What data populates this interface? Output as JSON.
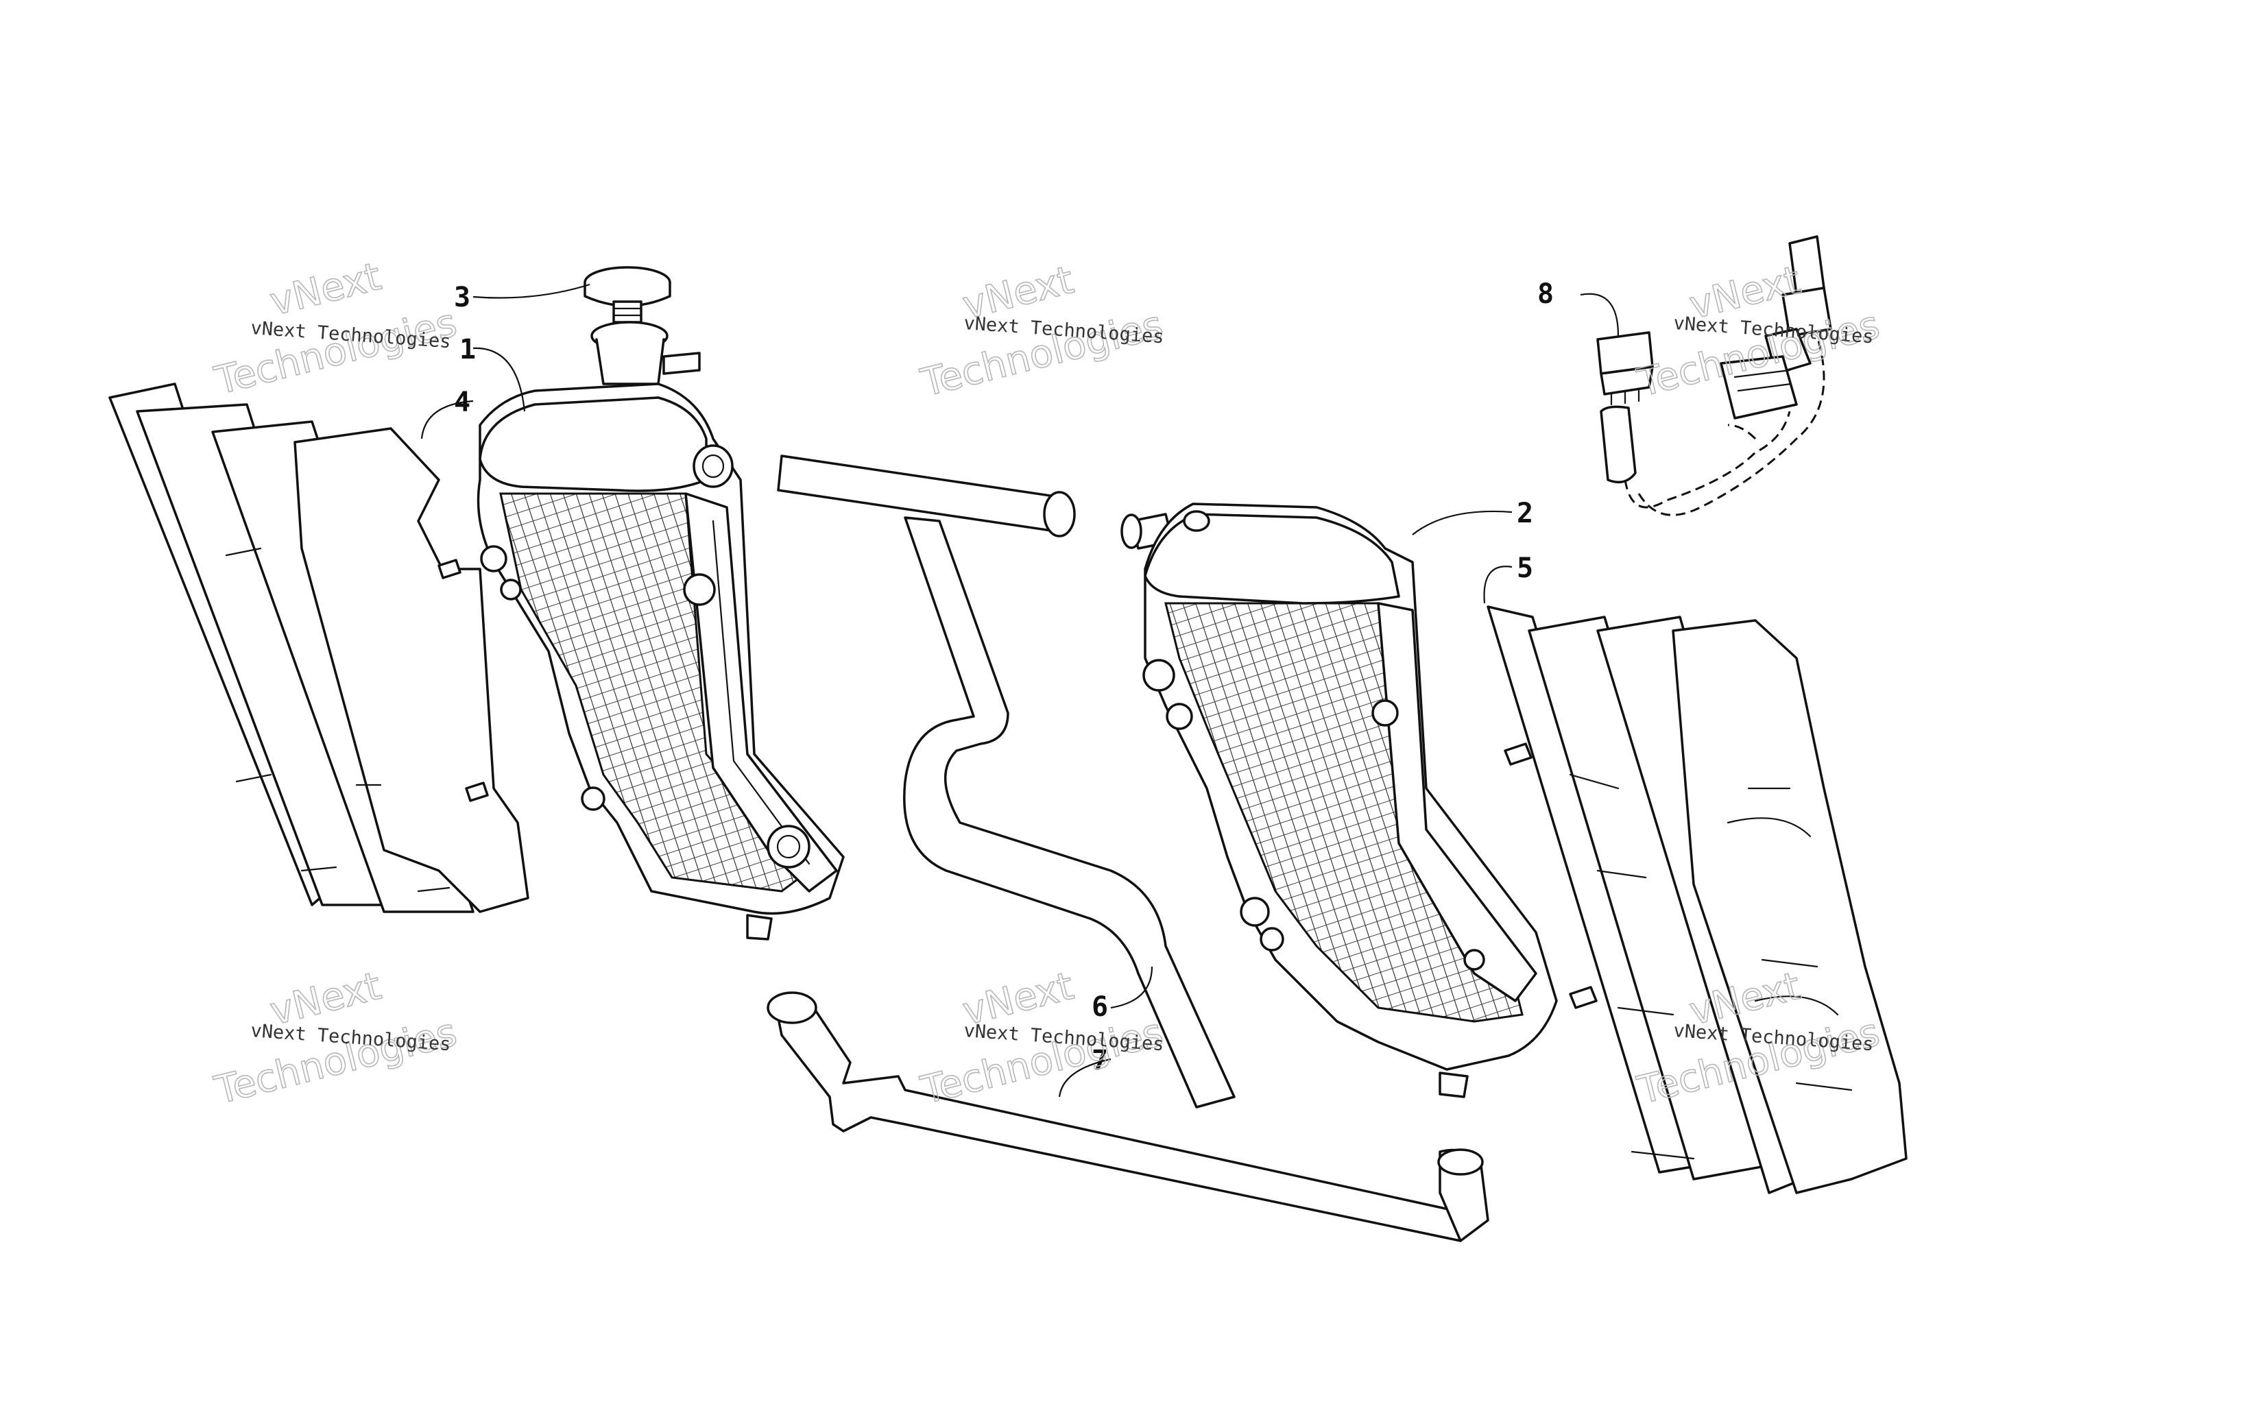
{
  "callouts": {
    "c1": "1",
    "c2": "2",
    "c3": "3",
    "c4": "4",
    "c5": "5",
    "c6": "6",
    "c7": "7",
    "c8": "8"
  },
  "watermark": {
    "line1": "vNext Technologies",
    "line2": "vNext",
    "line3": "Technologies"
  }
}
